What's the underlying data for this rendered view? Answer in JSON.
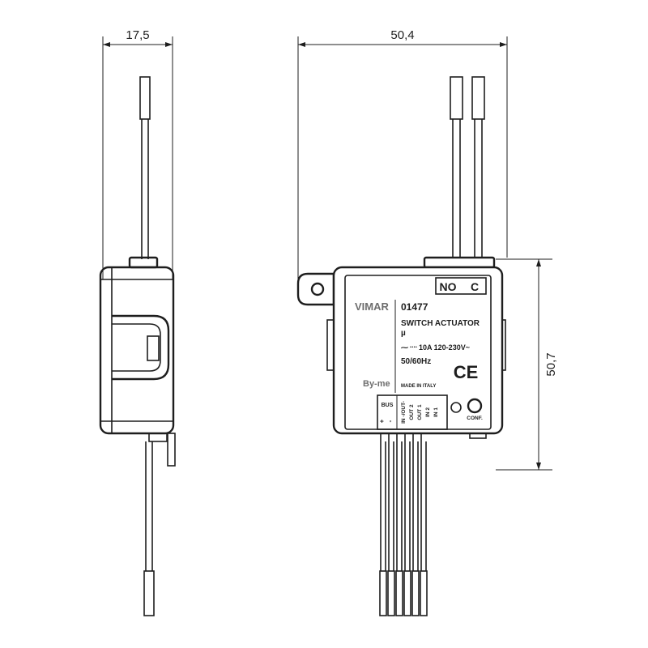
{
  "dimensions": {
    "depth": "17,5",
    "width": "50,4",
    "height": "50,7"
  },
  "device": {
    "brand": "VIMAR",
    "code": "01477",
    "title": "SWITCH ACTUATOR",
    "mu": "µ",
    "rating": "⁓᠁ 10A 120-230V~",
    "frequency": "50/60Hz",
    "line": "By-me",
    "origin": "MADE IN ITALY",
    "relay_no": "NO",
    "relay_c": "C",
    "bus_label": "BUS",
    "bus_plus": "+",
    "bus_minus": "-",
    "terminals": [
      "IN -/OUT-",
      "OUT 2",
      "OUT 1",
      "IN 2",
      "IN 1"
    ],
    "conf_label": "CONF.",
    "ce_mark": "CE"
  }
}
